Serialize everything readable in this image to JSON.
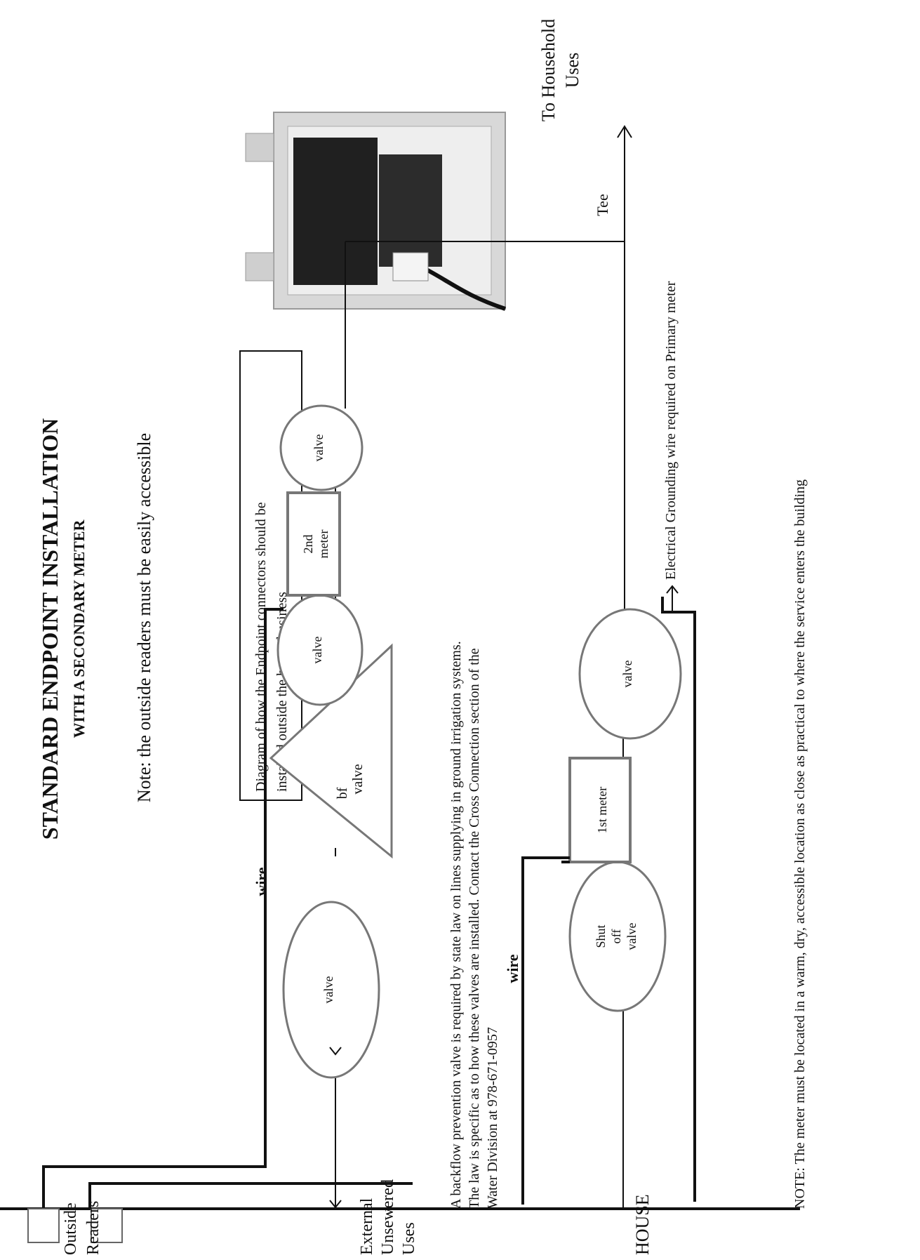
{
  "title": "STANDARD ENDPOINT INSTALLATION",
  "subtitle": "WITH A SECONDARY METER",
  "note_readers": "Note:  the outside readers must be easily accessible",
  "endpoint_caption": {
    "line1": "Diagram of how the Endpoint connectors should be",
    "line2": "installed outside the house/business"
  },
  "wire_label": "wire",
  "valve_label": "valve",
  "bf_valve": {
    "line1": "bf",
    "line2": "valve"
  },
  "second_meter": {
    "line1": "2nd",
    "line2": "meter"
  },
  "first_meter": {
    "text": "1st meter"
  },
  "shutoff_valve": {
    "line1": "Shut",
    "line2": "off",
    "line3": "valve"
  },
  "tee_label": "Tee",
  "household": {
    "line1": "To Household",
    "line2": "Uses"
  },
  "grounding": "Electrical Grounding wire required on Primary meter",
  "backflow_note": {
    "line1": "A backflow prevention valve is required by state law on lines supplying in ground irrigation systems.",
    "line2": "The law is specific as to how these valves are installed.  Contact the Cross Connection section of the",
    "line3": "Water Division at 978-671-0957"
  },
  "bottom_note": "NOTE:  The meter must be located in a warm, dry, accessible location as close as practical to where the service enters the building",
  "outside_readers": {
    "line1": "Outside",
    "line2": "Readers"
  },
  "external": {
    "line1": "External",
    "line2": "Unsewered",
    "line3": "Uses"
  },
  "house_label": "HOUSE",
  "colors": {
    "ink": "#111111",
    "shape_outline": "#777777",
    "photo_box": "#d8d8d8",
    "photo_dark": "#202020"
  }
}
